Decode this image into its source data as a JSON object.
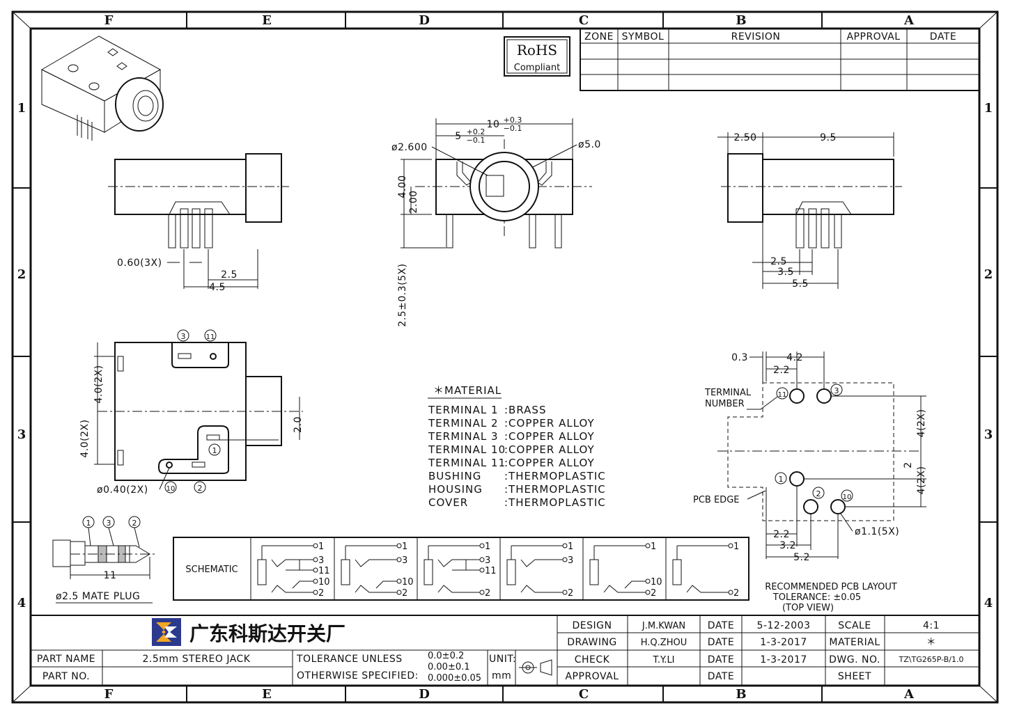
{
  "zones": {
    "cols": [
      "F",
      "E",
      "D",
      "C",
      "B",
      "A"
    ],
    "rows": [
      "1",
      "2",
      "3",
      "4"
    ]
  },
  "rohs": {
    "line1": "RoHS",
    "line2": "Compliant"
  },
  "revision_table": {
    "headers": [
      "ZONE",
      "SYMBOL",
      "REVISION",
      "APPROVAL",
      "DATE"
    ]
  },
  "front_view": {
    "dim_10": "10",
    "dim_10_tol_up": "+0.3",
    "dim_10_tol_dn": "−0.1",
    "dim_5": "5",
    "dim_5_tol_up": "+0.2",
    "dim_5_tol_dn": "−0.1",
    "dia_2600": "ø2.600",
    "dia_5": "ø5.0",
    "dim_4": "4.00",
    "dim_2": "2.00",
    "dim_pin": "2.5±0.3(5X)"
  },
  "left_side_view": {
    "dim_060": "0.60(3X)",
    "dim_25": "2.5",
    "dim_45": "4.5"
  },
  "right_side_view": {
    "dim_250": "2.50",
    "dim_95": "9.5",
    "dim_25": "2.5",
    "dim_35": "3.5",
    "dim_55": "5.5"
  },
  "bottom_view": {
    "pin3": "3",
    "pin11": "11",
    "pin1": "1",
    "pin10": "10",
    "pin2": "2",
    "dim_4_top": "4.0(2X)",
    "dim_4_bot": "4.0(2X)",
    "dim_20": "2.0",
    "dia_040": "ø0.40(2X)"
  },
  "material": {
    "title": "＊MATERIAL",
    "rows": [
      {
        "part": "TERMINAL  1",
        "mat": ":BRASS"
      },
      {
        "part": "TERMINAL  2",
        "mat": ":COPPER  ALLOY"
      },
      {
        "part": "TERMINAL  3",
        "mat": ":COPPER  ALLOY"
      },
      {
        "part": "TERMINAL  10",
        "mat": ":COPPER  ALLOY"
      },
      {
        "part": "TERMINAL  11",
        "mat": ":COPPER  ALLOY"
      },
      {
        "part": "BUSHING",
        "mat": ":THERMOPLASTIC"
      },
      {
        "part": "HOUSING",
        "mat": ":THERMOPLASTIC"
      },
      {
        "part": "COVER",
        "mat": ":THERMOPLASTIC"
      }
    ]
  },
  "pcb_layout": {
    "dim_03": "0.3",
    "dim_42": "4.2",
    "dim_22": "2.2",
    "terminal_number": "TERMINAL",
    "terminal_number2": "NUMBER",
    "pcb_edge": "PCB EDGE",
    "pin11": "11",
    "pin3": "3",
    "pin1": "1",
    "pin2": "2",
    "pin10": "10",
    "dim_4_2x_top": "4(2X)",
    "dim_2": "2",
    "dim_4_2x_bot": "4(2X)",
    "dia_11": "ø1.1(5X)",
    "dim_22b": "2.2",
    "dim_32": "3.2",
    "dim_52": "5.2",
    "caption1": "RECOMMENDED PCB LAYOUT",
    "caption2": "TOLERANCE: ±0.05",
    "caption3": "(TOP VIEW)"
  },
  "plug": {
    "p1": "1",
    "p3": "3",
    "p2": "2",
    "dim_11": "11",
    "caption": "ø2.5 MATE PLUG"
  },
  "schematic": {
    "label": "SCHEMATIC",
    "cells": [
      {
        "pins": [
          "1",
          "3",
          "11",
          "10",
          "2"
        ]
      },
      {
        "pins": [
          "1",
          "3",
          "10",
          "2"
        ]
      },
      {
        "pins": [
          "1",
          "3",
          "11",
          "2"
        ]
      },
      {
        "pins": [
          "1",
          "3",
          "2"
        ]
      },
      {
        "pins": [
          "1",
          "10",
          "2"
        ]
      },
      {
        "pins": [
          "1",
          "2"
        ]
      }
    ]
  },
  "title_block": {
    "company": "广东科斯达开关厂",
    "part_name_label": "PART NAME",
    "part_name": "2.5mm  STEREO  JACK",
    "part_no_label": "PART NO.",
    "tol_line1": "TOLERANCE  UNLESS",
    "tol_line2": "OTHERWISE  SPECIFIED:",
    "tol_v1": "0.0±0.2",
    "tol_v2": "0.00±0.1",
    "tol_v3": "0.000±0.05",
    "unit_label": "UNIT:",
    "unit": "mm",
    "design_label": "DESIGN",
    "design": "J.M.KWAN",
    "date_label1": "DATE",
    "date1": "5-12-2003",
    "drawing_label": "DRAWING",
    "drawing": "H.Q.ZHOU",
    "date_label2": "DATE",
    "date2": "1-3-2017",
    "check_label": "CHECK",
    "check": "T.Y.LI",
    "date_label3": "DATE",
    "date3": "1-3-2017",
    "approval_label": "APPROVAL",
    "date_label4": "DATE",
    "scale_label": "SCALE",
    "scale": "4:1",
    "material_label": "MATERIAL",
    "material": "＊",
    "dwg_label": "DWG. NO.",
    "dwg": "TZ\\TG265P-B/1.0",
    "sheet_label": "SHEET"
  }
}
